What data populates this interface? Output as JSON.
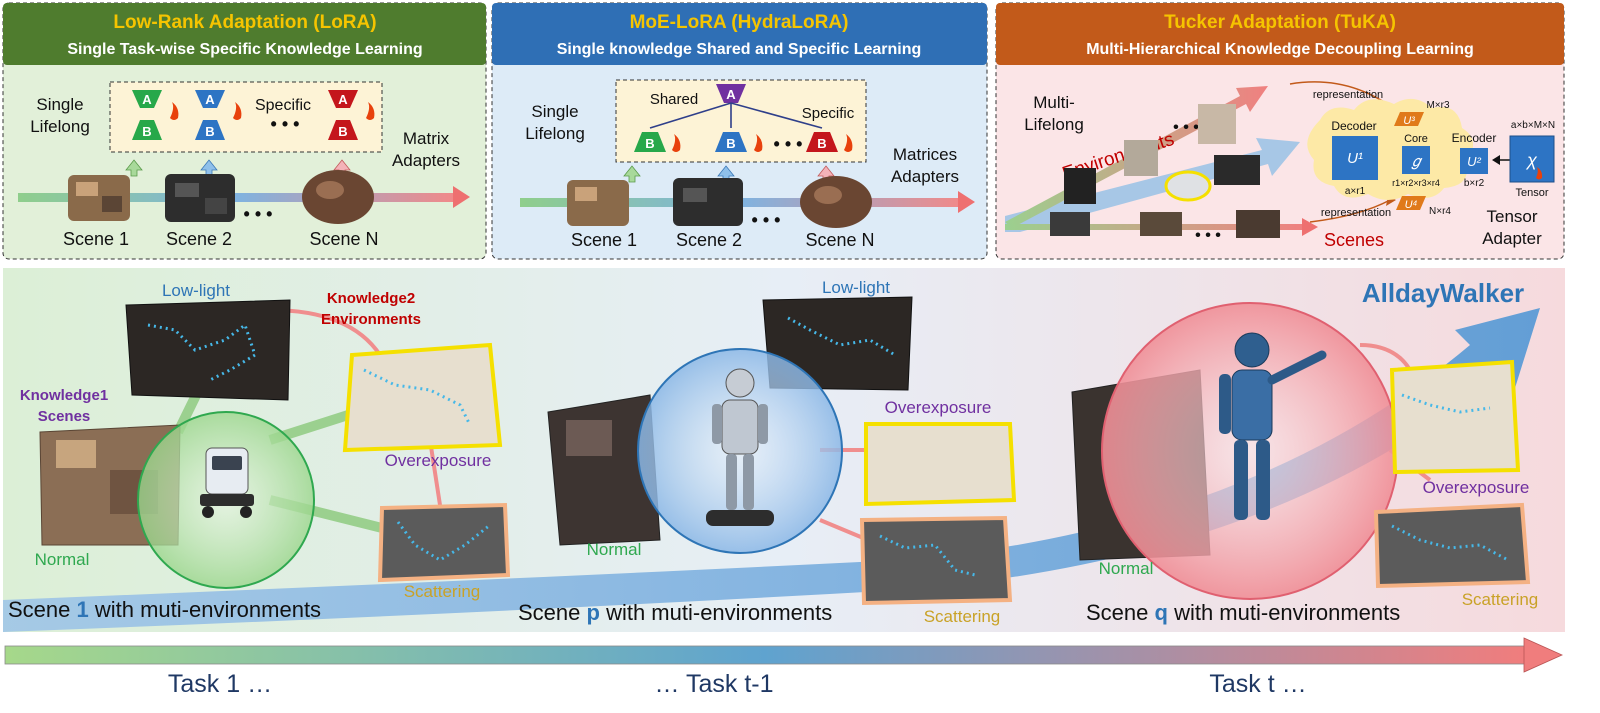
{
  "panels": {
    "lora": {
      "title": "Low-Rank Adaptation (LoRA)",
      "subtitle": "Single Task-wise Specific Knowledge Learning",
      "left_label": [
        "Single",
        "Lifelong"
      ],
      "specific_label": "Specific",
      "adapter_a": "A",
      "adapter_b": "B",
      "ellipsis": "• • •",
      "right_label": [
        "Matrix",
        "Adapters"
      ],
      "scenes": [
        "Scene 1",
        "Scene 2",
        "Scene N"
      ]
    },
    "moe": {
      "title": "MoE-LoRA (HydraLoRA)",
      "subtitle": "Single knowledge Shared and Specific Learning",
      "left_label": [
        "Single",
        "Lifelong"
      ],
      "shared_label": "Shared",
      "specific_label": "Specific",
      "adapter_a": "A",
      "adapter_b": "B",
      "ellipsis": "• • •",
      "right_label": [
        "Matrices",
        "Adapters"
      ],
      "scenes": [
        "Scene 1",
        "Scene 2",
        "Scene N"
      ]
    },
    "tuka": {
      "title": "Tucker Adaptation (TuKA)",
      "subtitle": "Multi-Hierarchical Knowledge Decoupling Learning",
      "left_label": [
        "Multi-",
        "Lifelong"
      ],
      "environments": "Environments",
      "scenes": "Scenes",
      "representation": "representation",
      "decoder": "Decoder",
      "core": "Core",
      "encoder": "Encoder",
      "u1": "U¹",
      "u2": "U²",
      "u3": "U³",
      "u4": "U⁴",
      "g": "𝑔",
      "chi": "χ",
      "dim_m": "M×r3",
      "dim_n": "N×r4",
      "dim_a": "a×r1",
      "dim_core": "r1×r2×r3×r4",
      "dim_b": "b×r2",
      "dim_tensor": "a×b×M×N",
      "tensor": "Tensor",
      "adapter_label": [
        "Tensor",
        "Adapter"
      ],
      "ellipsis": "• • •"
    }
  },
  "bottom": {
    "brand": "AlldayWalker",
    "knowledge1": [
      "Knowledge1",
      "Scenes"
    ],
    "knowledge2": [
      "Knowledge2",
      "Environments"
    ],
    "env": {
      "lowlight": "Low-light",
      "overexposure": "Overexposure",
      "scattering": "Scattering",
      "normal": "Normal"
    },
    "captions": [
      {
        "pre": "Scene ",
        "id": "1",
        "post": " with muti-environments"
      },
      {
        "pre": "Scene ",
        "id": "p",
        "post": " with muti-environments"
      },
      {
        "pre": "Scene ",
        "id": "q",
        "post": " with muti-environments"
      }
    ]
  },
  "tasks": [
    "Task 1 …",
    "… Task t-1",
    "Task t …"
  ],
  "colors": {
    "lora_header": "#4f7c2e",
    "moe_header": "#2f6fb5",
    "tuka_header": "#c25a1a",
    "title_text": "#f5c400",
    "adapter_green": "#27a84a",
    "adapter_blue": "#2d74c4",
    "adapter_red": "#c4161c",
    "adapter_purple": "#7030a0",
    "env_red": "#c00000",
    "brand_blue": "#2e75b6",
    "normal_green": "#2fa84f",
    "lowlight_blue": "#2e75b6",
    "overexposure_purple": "#7030a0",
    "scattering_gold": "#c9a227"
  }
}
